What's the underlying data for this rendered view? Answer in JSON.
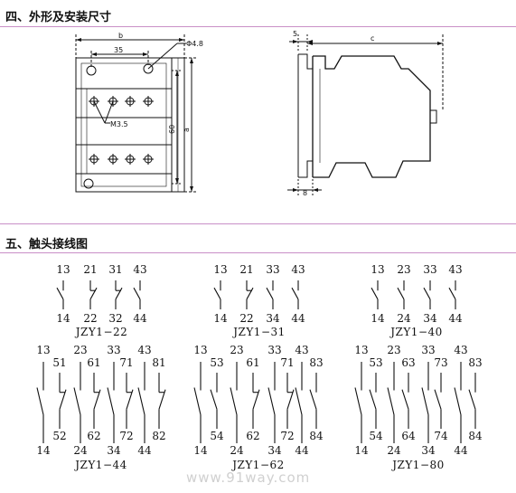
{
  "section4": {
    "title": "四、外形及安装尺寸"
  },
  "section5": {
    "title": "五、触头接线图"
  },
  "front_view": {
    "dim_b": "b",
    "dim_35": "35",
    "dim_hole": "Φ4.8",
    "dim_m35": "M3.5",
    "dim_60": "60",
    "dim_a": "a"
  },
  "side_view": {
    "dim_5": "5",
    "dim_c": "c",
    "dim_8": "8"
  },
  "diagrams": [
    {
      "model": "JZY1−22",
      "top": [
        "13",
        "21",
        "31",
        "43"
      ],
      "bottom": [
        "14",
        "22",
        "32",
        "44"
      ]
    },
    {
      "model": "JZY1−31",
      "top": [
        "13",
        "21",
        "33",
        "43"
      ],
      "bottom": [
        "14",
        "22",
        "34",
        "44"
      ]
    },
    {
      "model": "JZY1−40",
      "top": [
        "13",
        "23",
        "33",
        "43"
      ],
      "bottom": [
        "14",
        "24",
        "34",
        "44"
      ]
    },
    {
      "model": "JZY1−44",
      "top_outer": [
        "13",
        "23",
        "33",
        "43"
      ],
      "top_inner": [
        "51",
        "61",
        "71",
        "81"
      ],
      "bottom_inner": [
        "52",
        "62",
        "72",
        "82"
      ],
      "bottom_outer": [
        "14",
        "24",
        "34",
        "44"
      ]
    },
    {
      "model": "JZY1−62",
      "top_outer": [
        "13",
        "23",
        "33",
        "43"
      ],
      "top_inner": [
        "53",
        "61",
        "71",
        "83"
      ],
      "bottom_inner": [
        "54",
        "62",
        "72",
        "84"
      ],
      "bottom_outer": [
        "14",
        "24",
        "34",
        "44"
      ]
    },
    {
      "model": "JZY1−80",
      "top_outer": [
        "13",
        "23",
        "33",
        "43"
      ],
      "top_inner": [
        "53",
        "63",
        "73",
        "83"
      ],
      "bottom_inner": [
        "54",
        "64",
        "74",
        "84"
      ],
      "bottom_outer": [
        "14",
        "24",
        "34",
        "44"
      ]
    }
  ],
  "watermark": "www.91way.com"
}
